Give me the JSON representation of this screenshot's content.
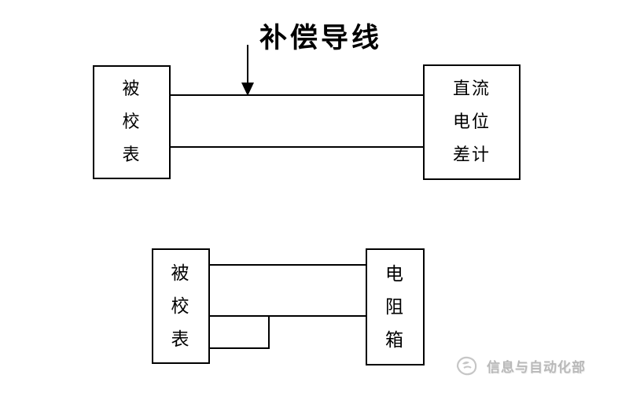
{
  "top_diagram": {
    "title": "补偿导线",
    "left_box_label": "被\n校\n表",
    "right_box_label": "直流\n电位\n差计",
    "wire_count": 2
  },
  "bottom_diagram": {
    "left_box_label": "被\n校\n表",
    "right_box_label": "电\n阻\n箱",
    "wire_count": 2
  },
  "watermark": {
    "text": "信息与自动化部"
  },
  "colors": {
    "line": "#000000",
    "background": "#ffffff",
    "watermark": "#b9b9b9"
  }
}
